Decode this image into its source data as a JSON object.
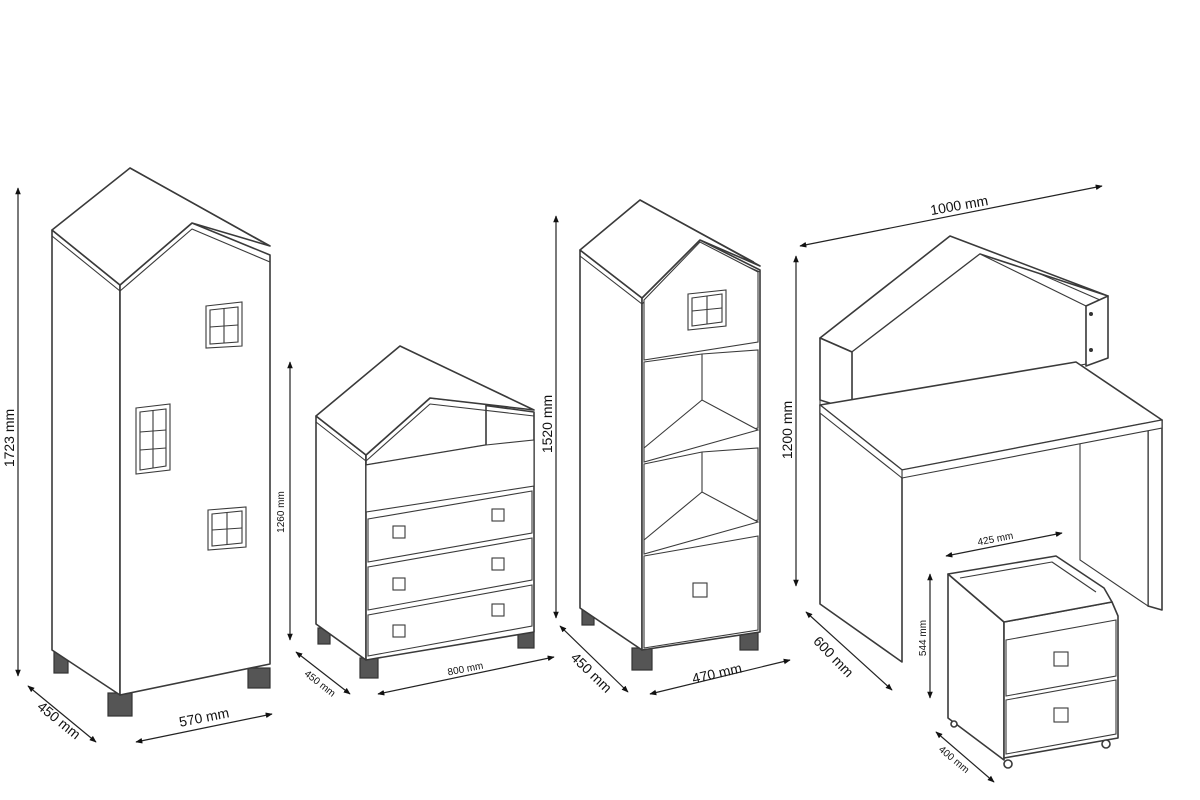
{
  "dimensions": {
    "wardrobe": {
      "height": "1723 mm",
      "depth": "450 mm",
      "width": "570 mm"
    },
    "chest_of_drawers": {
      "height": "1260 mm",
      "depth": "450 mm",
      "width": "800 mm"
    },
    "bookcase": {
      "height": "1520 mm",
      "depth": "450 mm",
      "width": "470 mm"
    },
    "desk": {
      "width": "1000 mm",
      "height": "1200 mm",
      "depth": "600 mm"
    },
    "nightstand": {
      "width": "425 mm",
      "height": "544 mm",
      "depth": "400 mm"
    }
  }
}
